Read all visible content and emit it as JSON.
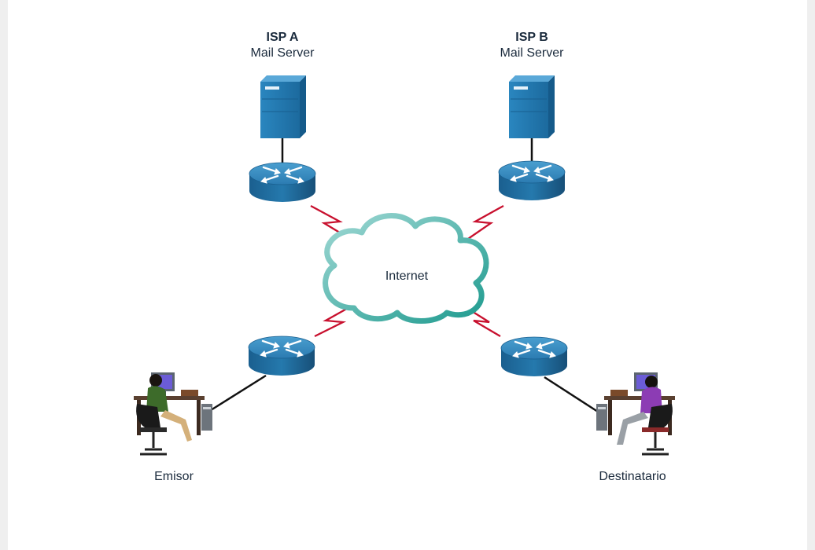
{
  "isp_a": {
    "name": "ISP A",
    "role": "Mail Server"
  },
  "isp_b": {
    "name": "ISP B",
    "role": "Mail Server"
  },
  "cloud_label": "Internet",
  "sender_label": "Emisor",
  "receiver_label": "Destinatario",
  "colors": {
    "server": "#1f77ad",
    "router": "#2a7db4",
    "wan_link": "#c8102e",
    "cloud_stroke": "#2aa59a",
    "text": "#1a2a3c"
  },
  "icons": [
    "server-icon",
    "router-icon",
    "cloud-icon",
    "workstation-icon"
  ]
}
